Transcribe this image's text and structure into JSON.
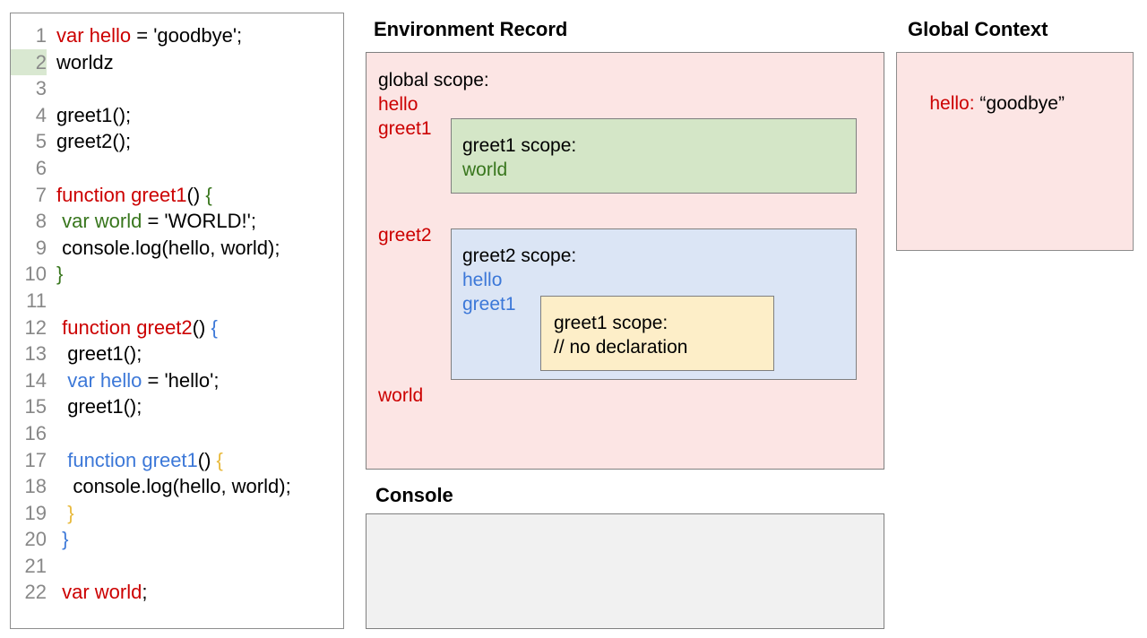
{
  "editor": {
    "highlighted_line": 2,
    "lines": [
      {
        "num": "1",
        "segments": [
          {
            "text": "var hello",
            "color": "red"
          },
          {
            "text": " = 'goodbye';",
            "color": "black"
          }
        ]
      },
      {
        "num": "2",
        "segments": [
          {
            "text": "worldz",
            "color": "black"
          }
        ]
      },
      {
        "num": "3",
        "segments": [
          {
            "text": "",
            "color": "black"
          }
        ]
      },
      {
        "num": "4",
        "segments": [
          {
            "text": "greet1();",
            "color": "black"
          }
        ]
      },
      {
        "num": "5",
        "segments": [
          {
            "text": "greet2();",
            "color": "black"
          }
        ]
      },
      {
        "num": "6",
        "segments": [
          {
            "text": "",
            "color": "black"
          }
        ]
      },
      {
        "num": "7",
        "segments": [
          {
            "text": "function greet1",
            "color": "red"
          },
          {
            "text": "() ",
            "color": "black"
          },
          {
            "text": "{",
            "color": "green"
          }
        ]
      },
      {
        "num": "8",
        "segments": [
          {
            "text": " var world",
            "color": "green"
          },
          {
            "text": " = 'WORLD!';",
            "color": "black"
          }
        ]
      },
      {
        "num": "9",
        "segments": [
          {
            "text": " console.log(hello, world);",
            "color": "black"
          }
        ]
      },
      {
        "num": "10",
        "segments": [
          {
            "text": "}",
            "color": "green"
          }
        ]
      },
      {
        "num": "11",
        "segments": [
          {
            "text": "",
            "color": "black"
          }
        ]
      },
      {
        "num": "12",
        "segments": [
          {
            "text": " function greet2",
            "color": "red"
          },
          {
            "text": "() ",
            "color": "black"
          },
          {
            "text": "{",
            "color": "blue"
          }
        ]
      },
      {
        "num": "13",
        "segments": [
          {
            "text": "  greet1();",
            "color": "black"
          }
        ]
      },
      {
        "num": "14",
        "segments": [
          {
            "text": "  var hello",
            "color": "blue"
          },
          {
            "text": " = 'hello';",
            "color": "black"
          }
        ]
      },
      {
        "num": "15",
        "segments": [
          {
            "text": "  greet1();",
            "color": "black"
          }
        ]
      },
      {
        "num": "16",
        "segments": [
          {
            "text": "",
            "color": "black"
          }
        ]
      },
      {
        "num": "17",
        "segments": [
          {
            "text": "  function greet1",
            "color": "blue"
          },
          {
            "text": "() ",
            "color": "black"
          },
          {
            "text": "{",
            "color": "yellow"
          }
        ]
      },
      {
        "num": "18",
        "segments": [
          {
            "text": "   console.log(hello, world);",
            "color": "black"
          }
        ]
      },
      {
        "num": "19",
        "segments": [
          {
            "text": "  }",
            "color": "yellow"
          }
        ]
      },
      {
        "num": "20",
        "segments": [
          {
            "text": " }",
            "color": "blue"
          }
        ]
      },
      {
        "num": "21",
        "segments": [
          {
            "text": "",
            "color": "black"
          }
        ]
      },
      {
        "num": "22",
        "segments": [
          {
            "text": " var world",
            "color": "red"
          },
          {
            "text": ";",
            "color": "black"
          }
        ]
      }
    ]
  },
  "environment_record": {
    "title": "Environment Record",
    "global_scope_label": "global scope:",
    "global_bindings": {
      "hello": "hello",
      "greet1": "greet1",
      "greet2": "greet2",
      "world": "world"
    },
    "greet1_scope": {
      "label": "greet1 scope:",
      "binding_world": "world"
    },
    "greet2_scope": {
      "label": "greet2 scope:",
      "binding_hello": "hello",
      "binding_greet1": "greet1",
      "inner_greet1_scope": {
        "label": "greet1 scope:",
        "note": "// no declaration"
      }
    }
  },
  "global_context": {
    "title": "Global Context",
    "binding_key": "hello: ",
    "binding_value": "“goodbye”"
  },
  "console": {
    "title": "Console",
    "output": ""
  },
  "colors": {
    "red": "#cc0000",
    "green": "#38761d",
    "blue": "#3c78d8",
    "yellow": "#e8b93b",
    "pink_bg": "#fce5e4",
    "green_bg": "#d4e6c7",
    "blue_bg": "#dbe5f5",
    "yellow_bg": "#fdeec8",
    "console_bg": "#f1f1f1",
    "line_highlight": "#d9e8d1"
  }
}
